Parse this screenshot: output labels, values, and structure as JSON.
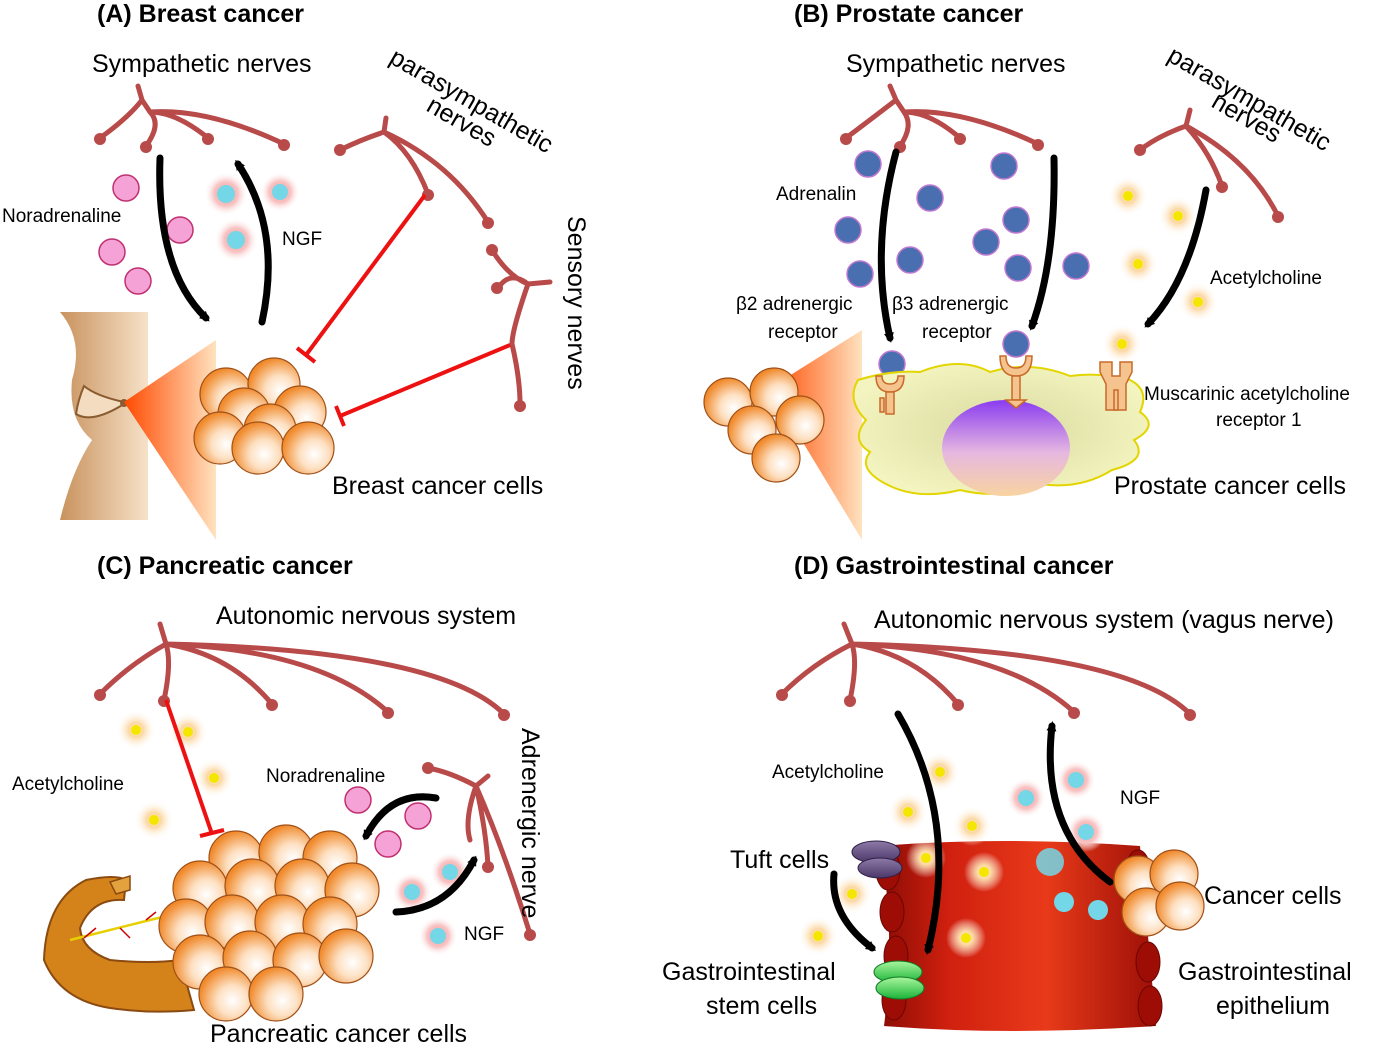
{
  "panels": {
    "a": {
      "title": "(A) Breast cancer",
      "sympathetic": "Sympathetic nerves",
      "parasympathetic_1": "parasympathetic",
      "parasympathetic_2": "nerves",
      "sensory": "Sensory nerves",
      "noradrenaline": "Noradrenaline",
      "ngf": "NGF",
      "cells": "Breast cancer cells"
    },
    "b": {
      "title": "(B) Prostate cancer",
      "sympathetic": "Sympathetic nerves",
      "parasympathetic_1": "parasympathetic",
      "parasympathetic_2": "nerves",
      "adrenalin": "Adrenalin",
      "beta2_1": "β2 adrenergic",
      "beta2_2": "receptor",
      "beta3_1": "β3 adrenergic",
      "beta3_2": "receptor",
      "acetylcholine": "Acetylcholine",
      "muscarinic_1": "Muscarinic acetylcholine",
      "muscarinic_2": "receptor 1",
      "cells": "Prostate cancer cells"
    },
    "c": {
      "title": "(C) Pancreatic cancer",
      "autonomic": "Autonomic nervous system",
      "acetylcholine": "Acetylcholine",
      "noradrenaline": "Noradrenaline",
      "adrenergic": "Adrenergic nerve",
      "ngf": "NGF",
      "cells": "Pancreatic cancer cells"
    },
    "d": {
      "title": "(D) Gastrointestinal cancer",
      "autonomic": "Autonomic nervous system (vagus nerve)",
      "acetylcholine": "Acetylcholine",
      "ngf": "NGF",
      "tuft": "Tuft cells",
      "cancer": "Cancer cells",
      "stem_1": "Gastrointestinal",
      "stem_2": "stem cells",
      "epithelium_1": "Gastrointestinal",
      "epithelium_2": "epithelium"
    }
  },
  "colors": {
    "nerve": "#b84a4a",
    "inhibition": "#ee1111",
    "noradrenaline": "#f5a3d6",
    "adrenalin": "#4a6fb0",
    "acetylcholine": "#fbe2b8",
    "ngf": "#f5b8b8",
    "cancer_cell": "#f7a65a",
    "gi_tissue": "#c21d0e"
  }
}
